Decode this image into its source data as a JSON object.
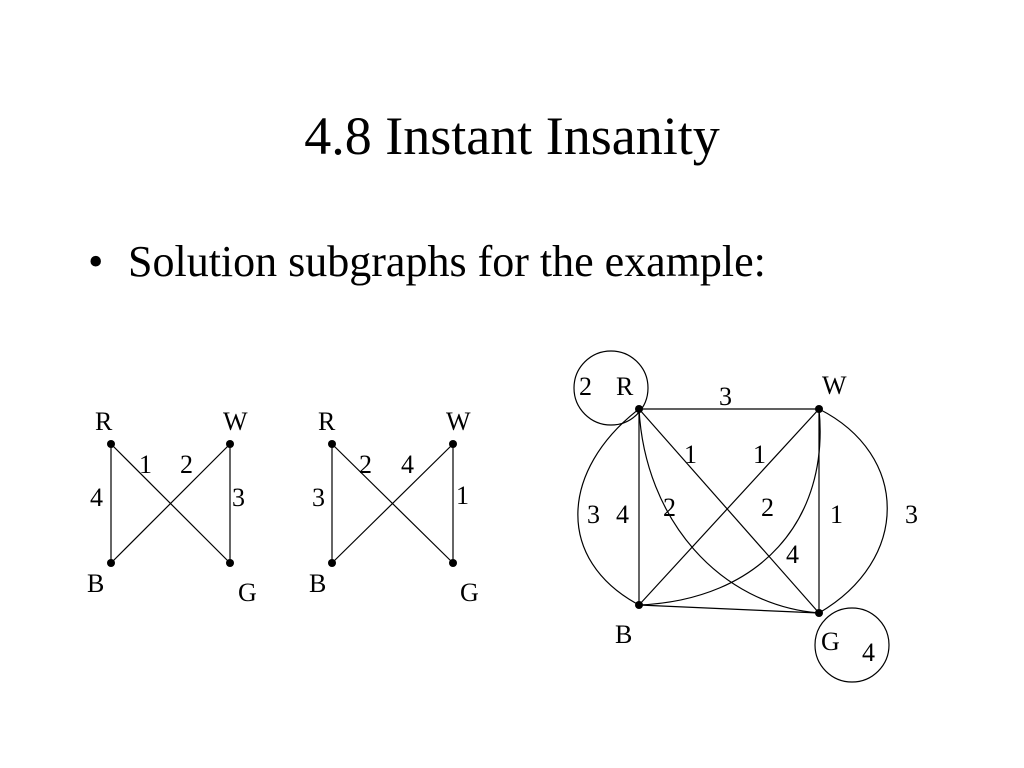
{
  "slide": {
    "title": "4.8 Instant Insanity",
    "bullet_symbol": "•",
    "bullet_text": "Solution subgraphs for the example:"
  },
  "graphs": [
    {
      "name": "subgraph-1",
      "vertices": [
        "R",
        "W",
        "B",
        "G"
      ],
      "edges": [
        {
          "from": "R",
          "to": "B",
          "label": "4"
        },
        {
          "from": "R",
          "to": "G",
          "label": "1"
        },
        {
          "from": "W",
          "to": "B",
          "label": "2"
        },
        {
          "from": "W",
          "to": "G",
          "label": "3"
        }
      ]
    },
    {
      "name": "subgraph-2",
      "vertices": [
        "R",
        "W",
        "B",
        "G"
      ],
      "edges": [
        {
          "from": "R",
          "to": "G",
          "label": "2"
        },
        {
          "from": "W",
          "to": "B",
          "label": "4"
        },
        {
          "from": "R",
          "to": "B",
          "label": "3"
        },
        {
          "from": "W",
          "to": "G",
          "label": "1"
        }
      ]
    },
    {
      "name": "full-graph",
      "vertices": [
        "R",
        "W",
        "B",
        "G"
      ],
      "edges": [
        {
          "from": "R",
          "to": "R",
          "label": "2",
          "kind": "loop"
        },
        {
          "from": "R",
          "to": "W",
          "label": "3"
        },
        {
          "from": "R",
          "to": "G",
          "label": "1"
        },
        {
          "from": "W",
          "to": "B",
          "label": "1"
        },
        {
          "from": "R",
          "to": "B",
          "label": "4"
        },
        {
          "from": "R",
          "to": "B",
          "label": "3",
          "kind": "curve"
        },
        {
          "from": "R",
          "to": "G",
          "label": "2",
          "kind": "curve"
        },
        {
          "from": "W",
          "to": "B",
          "label": "2",
          "kind": "curve"
        },
        {
          "from": "B",
          "to": "G",
          "label": "4"
        },
        {
          "from": "W",
          "to": "G",
          "label": "1"
        },
        {
          "from": "W",
          "to": "G",
          "label": "3",
          "kind": "curve"
        },
        {
          "from": "G",
          "to": "G",
          "label": "4",
          "kind": "loop"
        }
      ]
    }
  ]
}
